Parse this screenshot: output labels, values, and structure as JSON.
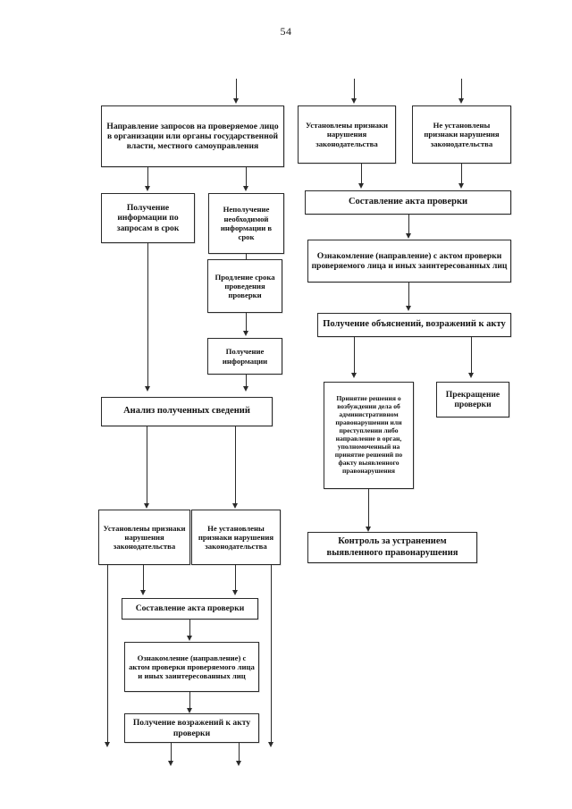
{
  "document": {
    "page_number": "54",
    "type": "flowchart",
    "language": "ru"
  },
  "nodes": {
    "n1": {
      "label": "Направление запросов на проверяемое лицо в организации или органы государственной власти, местного самоуправления"
    },
    "n2": {
      "label": "Получение информации по запросам в срок"
    },
    "n3": {
      "label": "Неполучение необходимой информации в срок"
    },
    "n4": {
      "label": "Продление срока проведения проверки"
    },
    "n5": {
      "label": "Получение информации"
    },
    "n6": {
      "label": "Анализ полученных сведений"
    },
    "n7": {
      "label": "Установлены признаки нарушения законодательства"
    },
    "n8": {
      "label": "Не установлены признаки нарушения законодательства"
    },
    "n9": {
      "label": "Составление акта проверки"
    },
    "n10": {
      "label": "Ознакомление (направление) с актом проверки проверяемого лица и иных заинтересованных лиц"
    },
    "n11": {
      "label": "Получение возражений к акту проверки"
    },
    "r1": {
      "label": "Установлены признаки нарушения законодательства"
    },
    "r2": {
      "label": "Не установлены признаки нарушения законодательства"
    },
    "r3": {
      "label": "Составление акта проверки"
    },
    "r4": {
      "label": "Ознакомление (направление) с актом проверки проверяемого лица и иных заинтересованных лиц"
    },
    "r5": {
      "label": "Получение объяснений, возражений к акту"
    },
    "r6": {
      "label": "Принятие решения о возбуждении дела об административном правонарушении или преступлении либо направление в орган, уполномоченный на принятие решений по факту выявленного правонарушения"
    },
    "r7": {
      "label": "Прекращение проверки"
    },
    "r8": {
      "label": "Контроль за устранением выявленного правонарушения"
    }
  },
  "colors": {
    "stroke": "#2b2b2b",
    "text": "#121212",
    "background": "#ffffff"
  }
}
